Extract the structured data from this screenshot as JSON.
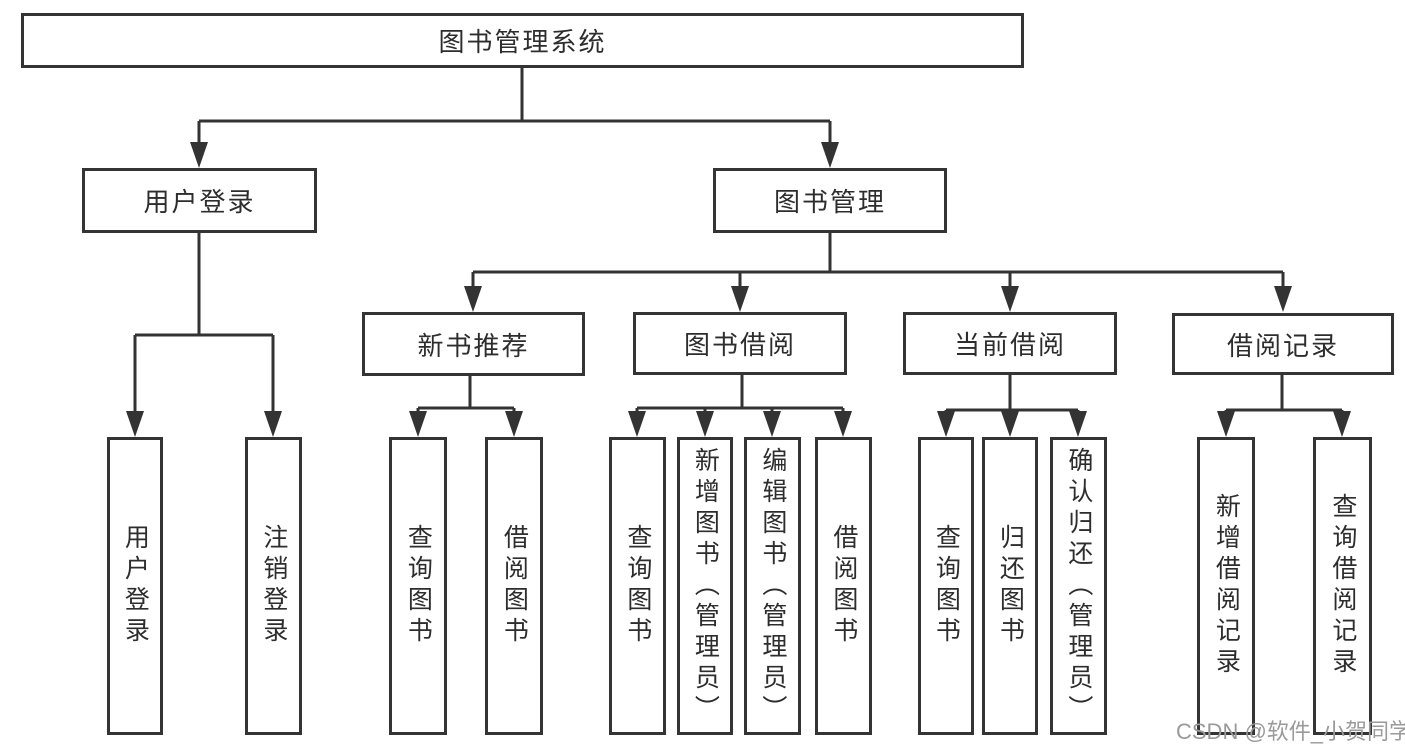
{
  "diagram_title": "图书管理系统",
  "tree": {
    "label": "图书管理系统",
    "children": [
      {
        "label": "用户登录",
        "children": [
          {
            "label": "用户登录"
          },
          {
            "label": "注销登录"
          }
        ]
      },
      {
        "label": "图书管理",
        "children": [
          {
            "label": "新书推荐",
            "children": [
              {
                "label": "查询图书"
              },
              {
                "label": "借阅图书"
              }
            ]
          },
          {
            "label": "图书借阅",
            "children": [
              {
                "label": "查询图书"
              },
              {
                "label": "新增图书（管理员）"
              },
              {
                "label": "编辑图书（管理员）"
              },
              {
                "label": "借阅图书"
              }
            ]
          },
          {
            "label": "当前借阅",
            "children": [
              {
                "label": "查询图书"
              },
              {
                "label": "归还图书"
              },
              {
                "label": "确认归还（管理员）"
              }
            ]
          },
          {
            "label": "借阅记录",
            "children": [
              {
                "label": "新增借阅记录"
              },
              {
                "label": "查询借阅记录"
              }
            ]
          }
        ]
      }
    ]
  },
  "watermark": {
    "text": "CSDN @软件_小贺同学"
  },
  "colors": {
    "line": "#333333",
    "border": "#343434",
    "text": "#2d2d2d",
    "watermark_text": "#9a9a9a",
    "background": "#ffffff"
  }
}
